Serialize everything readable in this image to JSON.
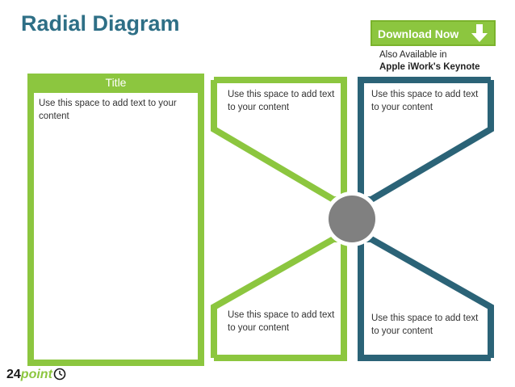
{
  "header": {
    "title": "Radial Diagram"
  },
  "download": {
    "label": "Download Now",
    "icon": "download-arrow-icon"
  },
  "availability": {
    "line1": "Also Available in",
    "line2": "Apple iWork's Keynote"
  },
  "left_panel": {
    "title": "Title",
    "body": "Use this space to add text to your content"
  },
  "boxes": {
    "top_left": "Use this space to add text to your content",
    "top_right": "Use this space to add text to your content",
    "bottom_left": "Use this space to add text to your content",
    "bottom_right": "Use this space to add text to your content"
  },
  "logo": {
    "number": "24",
    "word": "point",
    "icon": "clock-icon"
  },
  "colors": {
    "title": "#2e6f86",
    "green": "#8cc63f",
    "teal": "#2b6377",
    "center": "#808080"
  }
}
